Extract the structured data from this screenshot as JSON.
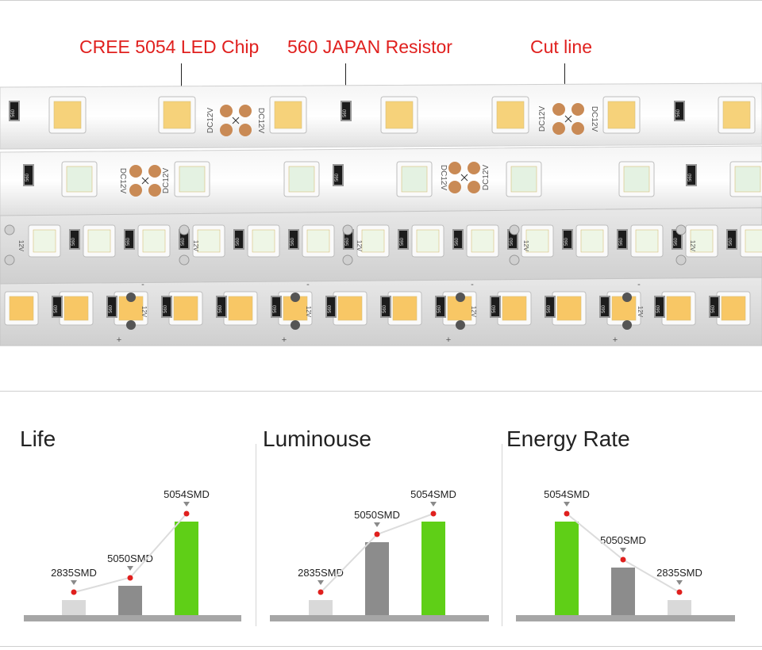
{
  "callouts": {
    "chip": "CREE 5054 LED Chip",
    "resistor": "560 JAPAN Resistor",
    "cut": "Cut line"
  },
  "strip": {
    "voltage_label": "DC12V",
    "voltage_label_short": "12V",
    "resistor_code": "560",
    "plus": "+",
    "minus": "-"
  },
  "colors": {
    "callout_red": "#e0201e",
    "light_bar": "#d9d9d9",
    "gray_bar": "#8c8c8c",
    "green_bar": "#5fcf17",
    "baseline": "#a6a6a6",
    "marker_dot": "#e0201e"
  },
  "chart_data": [
    {
      "type": "bar",
      "title": "Life",
      "categories": [
        "2835SMD",
        "5050SMD",
        "5054SMD"
      ],
      "values": [
        1,
        2,
        6.3
      ],
      "value_scale": "relative, unlabeled",
      "bar_colors": [
        "#d9d9d9",
        "#8c8c8c",
        "#5fcf17"
      ],
      "trend_line": true
    },
    {
      "type": "bar",
      "title": "Luminouse",
      "categories": [
        "2835SMD",
        "5050SMD",
        "5054SMD"
      ],
      "values": [
        1,
        4.9,
        6.3
      ],
      "value_scale": "relative, unlabeled",
      "bar_colors": [
        "#d9d9d9",
        "#8c8c8c",
        "#5fcf17"
      ],
      "trend_line": true
    },
    {
      "type": "bar",
      "title": "Energy Rate",
      "categories": [
        "5054SMD",
        "5050SMD",
        "2835SMD"
      ],
      "values": [
        6.3,
        3.2,
        1
      ],
      "value_scale": "relative, unlabeled",
      "bar_colors": [
        "#5fcf17",
        "#8c8c8c",
        "#d9d9d9"
      ],
      "trend_line": true
    }
  ]
}
